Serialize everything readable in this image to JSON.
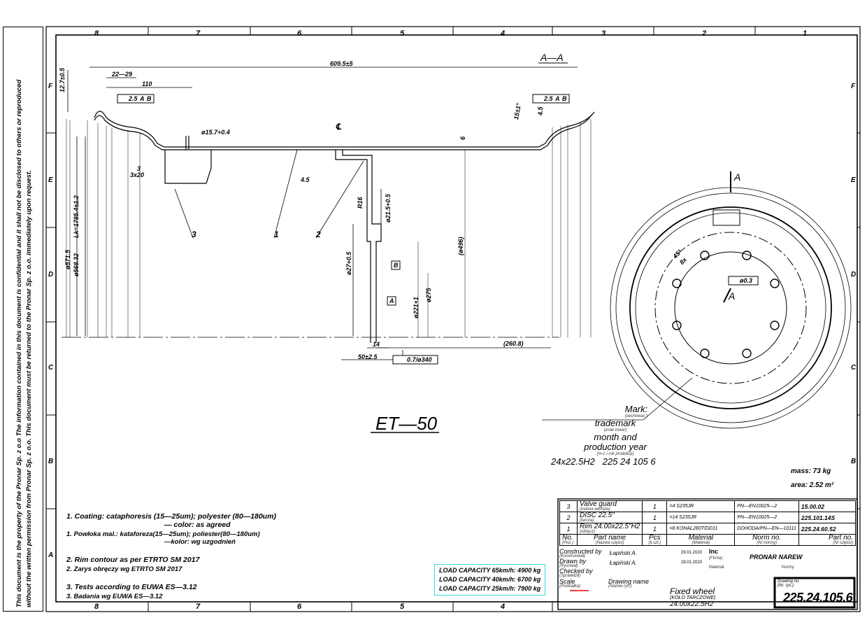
{
  "disclaimer": {
    "line1": "This document is the property of the Pronar Sp. z o.o The information contained in this document is confidential and it shall not be disclosed to others or reproduced",
    "line2": "without the written permission from Pronar Sp. z o.o. This document must be returned to the Pronar Sp. z o.o. immediately upon request."
  },
  "grid": {
    "cols": [
      "8",
      "7",
      "6",
      "5",
      "4",
      "3",
      "2",
      "1"
    ],
    "rows": [
      "F",
      "E",
      "D",
      "C",
      "B",
      "A"
    ]
  },
  "section_label": "A—A",
  "view_label": "ET—50",
  "dimensions": {
    "overall_width": "609.5±5",
    "flange_width": "22—29",
    "d110": "110",
    "d127": "12.7±0.5",
    "runout_left": "2.5",
    "runout_right": "2.5",
    "datum_a": "A",
    "datum_b": "B",
    "angle_15": "15±1°",
    "d45": "4.5",
    "hole_dia": "ø15.7+0.4",
    "centerline": "℄",
    "chamfer": "3x20",
    "chamfer_n": "3",
    "r45": "4.5",
    "d6": "6",
    "d5715": "ø571.5",
    "d56832": "ø568.32",
    "lk": "Lk=1785.4±1.2",
    "r16": "R16",
    "d215": "ø21.5+0.5",
    "d496": "(ø496)",
    "d27": "ø27+0.5",
    "d221": "ø221+1",
    "d275": "ø275",
    "d14": "14",
    "d2608": "(260.8)",
    "d50": "50±2.5",
    "flatness": "0.7/ø340",
    "item1": "1",
    "item2": "2",
    "item3": "3",
    "pos_tol": "ø0.3",
    "bolt_angle": "45°",
    "bolt_count": "8x",
    "section_a_top": "A",
    "section_a_mid": "A"
  },
  "mark": {
    "title": "Mark:",
    "title_pl": "(oechowac:)",
    "l1": "trademark",
    "l1_pl": "(znak towar)",
    "l2": "month  and",
    "l3": "production  year",
    "l3_pl": "(m-c i rok produkcji)",
    "l4": "24x22.5H2   225 24 105 6"
  },
  "mass": "mass:  73 kg",
  "area": "area:  2.52 m²",
  "notes": [
    {
      "text": "1. Coating:  cataphoresis  (15—25um);  polyester  (80—180um)",
      "big": true
    },
    {
      "text": "— color:  as agreed",
      "big": true,
      "indent": true
    },
    {
      "text": "1. Powłoka mal.:  kataforeza(15—25um);  poliester(80—180um)",
      "big": false
    },
    {
      "text": "—kolor:  wg uzgodnień",
      "big": false,
      "indent": true
    },
    {
      "text": "2. Rim contour as per ETRTO SM 2017",
      "big": true
    },
    {
      "text": "2. Zarys obręczy wg ETRTO SM 2017",
      "big": false
    },
    {
      "text": "3. Tests according to EUWA ES—3.12",
      "big": true
    },
    {
      "text": "3. Badania wg EUWA ES—3.12",
      "big": false
    }
  ],
  "load_capacity": [
    "LOAD CAPACITY 65km/h:  4900 kg",
    "LOAD CAPACITY 40km/h:  6700 kg",
    "LOAD CAPACITY 25km/h:  7900 kg"
  ],
  "bom": [
    {
      "no": "3",
      "name": "Valve guard",
      "name_pl": "(osłona wentyla)",
      "pcs": "1",
      "material": "=4 S235JR",
      "norm": "PN—EN10025—2",
      "part": "15.00.02"
    },
    {
      "no": "2",
      "name": "DISC 22.5\"",
      "name_pl": "(tarcza)",
      "pcs": "1",
      "material": "=14 S235JR",
      "norm": "PN—EN10025—2",
      "part": "225.101.14S"
    },
    {
      "no": "1",
      "name": "Rim 24.00x22.5\"H2",
      "name_pl": "(obręcz)",
      "pcs": "1",
      "material": "=8 KOHAL280T/DD11",
      "norm": "DOHODA/PN—EN—10111",
      "part": "225.24.60.52"
    }
  ],
  "bom_header": {
    "no": "No.",
    "no_pl": "(Poz.)",
    "name": "Part name",
    "name_pl": "(Nazwa części)",
    "pcs": "Pcs",
    "pcs_pl": "(Il.szt.)",
    "material": "Material",
    "material_pl": "(Materiał)",
    "norm": "Norm  no.",
    "norm_pl": "(Nr normy)",
    "part": "Part no.",
    "part_pl": "(Nr części)"
  },
  "title_block": {
    "constructed": "Constructed by",
    "constructed_pl": "(Konstruował)",
    "drawn": "Drawn  by",
    "drawn_pl": "(Rysował)",
    "checked": "Checked by",
    "checked_pl": "(Sprawdził)",
    "scale": "Scale",
    "scale_pl": "(Podziałka)",
    "drawing_name": "Drawing name",
    "drawing_name_pl": "(Nazwa rys.)",
    "designer": "Łapiński A.",
    "drafter": "Łapiński A.",
    "date1": "29.01.2020",
    "date2": "29.01.2020",
    "inc": "Inc",
    "firma": "(Firma)",
    "company": "PRONAR NAREW",
    "material_lbl": "Materiał",
    "normy_lbl": "Normy",
    "title": "Fixed  wheel",
    "title_pl": "(KOŁO TARCZOWE)",
    "size": "24.00x22.5H2",
    "drawing_no_lbl": "Drawing no.",
    "drawing_no_pl": "(Nr. rys.)",
    "drawing_no": "225.24.105.6"
  }
}
